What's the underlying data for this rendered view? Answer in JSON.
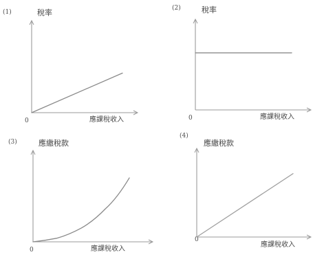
{
  "chart_data": [
    {
      "type": "line",
      "panel_id": "(1)",
      "ylabel": "稅率",
      "xlabel": "應課稅收入",
      "origin": "0",
      "curve": "linear-increasing",
      "series": [
        {
          "x": [
            0,
            100
          ],
          "y": [
            0,
            48
          ]
        }
      ],
      "xlim": [
        0,
        100
      ],
      "ylim": [
        0,
        100
      ],
      "stroke": "#8a8a8a"
    },
    {
      "type": "line",
      "panel_id": "(2)",
      "ylabel": "稅率",
      "xlabel": "應課稅收入",
      "origin": "0",
      "curve": "constant",
      "series": [
        {
          "x": [
            0,
            100
          ],
          "y": [
            62,
            62
          ]
        }
      ],
      "xlim": [
        0,
        100
      ],
      "ylim": [
        0,
        100
      ],
      "stroke": "#8a8a8a"
    },
    {
      "type": "line",
      "panel_id": "(3)",
      "ylabel": "應繳稅款",
      "xlabel": "應課稅收入",
      "origin": "0",
      "curve": "convex-increasing",
      "series": [
        {
          "x": [
            0,
            25,
            50,
            75,
            100
          ],
          "y": [
            0,
            4,
            15,
            36,
            70
          ]
        }
      ],
      "xlim": [
        0,
        100
      ],
      "ylim": [
        0,
        100
      ],
      "stroke": "#8a8a8a"
    },
    {
      "type": "line",
      "panel_id": "(4)",
      "ylabel": "應繳稅款",
      "xlabel": "應課稅收入",
      "origin": "0",
      "curve": "linear-increasing",
      "series": [
        {
          "x": [
            0,
            100
          ],
          "y": [
            0,
            71
          ]
        }
      ],
      "xlim": [
        0,
        100
      ],
      "ylim": [
        0,
        100
      ],
      "stroke": "#a0a0a0"
    }
  ]
}
